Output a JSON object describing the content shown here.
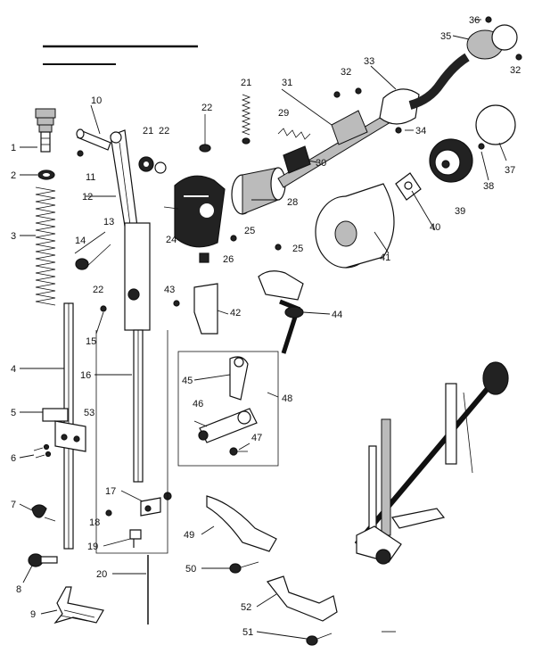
{
  "colors": {
    "ink": "#111111",
    "paper": "#ffffff",
    "shade": "#222222"
  },
  "parts": [
    {
      "id": "p1",
      "label": "1"
    },
    {
      "id": "p2",
      "label": "2"
    },
    {
      "id": "p3",
      "label": "3"
    },
    {
      "id": "p4",
      "label": "4"
    },
    {
      "id": "p5",
      "label": "5"
    },
    {
      "id": "p6",
      "label": "6"
    },
    {
      "id": "p7",
      "label": "7"
    },
    {
      "id": "p8",
      "label": "8"
    },
    {
      "id": "p9",
      "label": "9"
    },
    {
      "id": "p10",
      "label": "10"
    },
    {
      "id": "p11",
      "label": "11"
    },
    {
      "id": "p12",
      "label": "12"
    },
    {
      "id": "p13",
      "label": "13"
    },
    {
      "id": "p14",
      "label": "14"
    },
    {
      "id": "p15",
      "label": "15"
    },
    {
      "id": "p16",
      "label": "16"
    },
    {
      "id": "p17",
      "label": "17"
    },
    {
      "id": "p18",
      "label": "18"
    },
    {
      "id": "p19",
      "label": "19"
    },
    {
      "id": "p20",
      "label": "20"
    },
    {
      "id": "p21a",
      "label": "21"
    },
    {
      "id": "p21b",
      "label": "21"
    },
    {
      "id": "p22a",
      "label": "22"
    },
    {
      "id": "p22b",
      "label": "22"
    },
    {
      "id": "p22c",
      "label": "22"
    },
    {
      "id": "p24",
      "label": "24"
    },
    {
      "id": "p25a",
      "label": "25"
    },
    {
      "id": "p25b",
      "label": "25"
    },
    {
      "id": "p26",
      "label": "26"
    },
    {
      "id": "p28",
      "label": "28"
    },
    {
      "id": "p29",
      "label": "29"
    },
    {
      "id": "p30",
      "label": "30"
    },
    {
      "id": "p31",
      "label": "31"
    },
    {
      "id": "p32a",
      "label": "32"
    },
    {
      "id": "p32b",
      "label": "32"
    },
    {
      "id": "p33",
      "label": "33"
    },
    {
      "id": "p34",
      "label": "34"
    },
    {
      "id": "p35",
      "label": "35"
    },
    {
      "id": "p36",
      "label": "36"
    },
    {
      "id": "p37",
      "label": "37"
    },
    {
      "id": "p38",
      "label": "38"
    },
    {
      "id": "p39",
      "label": "39"
    },
    {
      "id": "p40",
      "label": "40"
    },
    {
      "id": "p41",
      "label": "41"
    },
    {
      "id": "p42",
      "label": "42"
    },
    {
      "id": "p43",
      "label": "43"
    },
    {
      "id": "p44",
      "label": "44"
    },
    {
      "id": "p45",
      "label": "45"
    },
    {
      "id": "p46",
      "label": "46"
    },
    {
      "id": "p47",
      "label": "47"
    },
    {
      "id": "p48",
      "label": "48"
    },
    {
      "id": "p49",
      "label": "49"
    },
    {
      "id": "p50",
      "label": "50"
    },
    {
      "id": "p51",
      "label": "51"
    },
    {
      "id": "p52",
      "label": "52"
    },
    {
      "id": "p53",
      "label": "53"
    }
  ]
}
